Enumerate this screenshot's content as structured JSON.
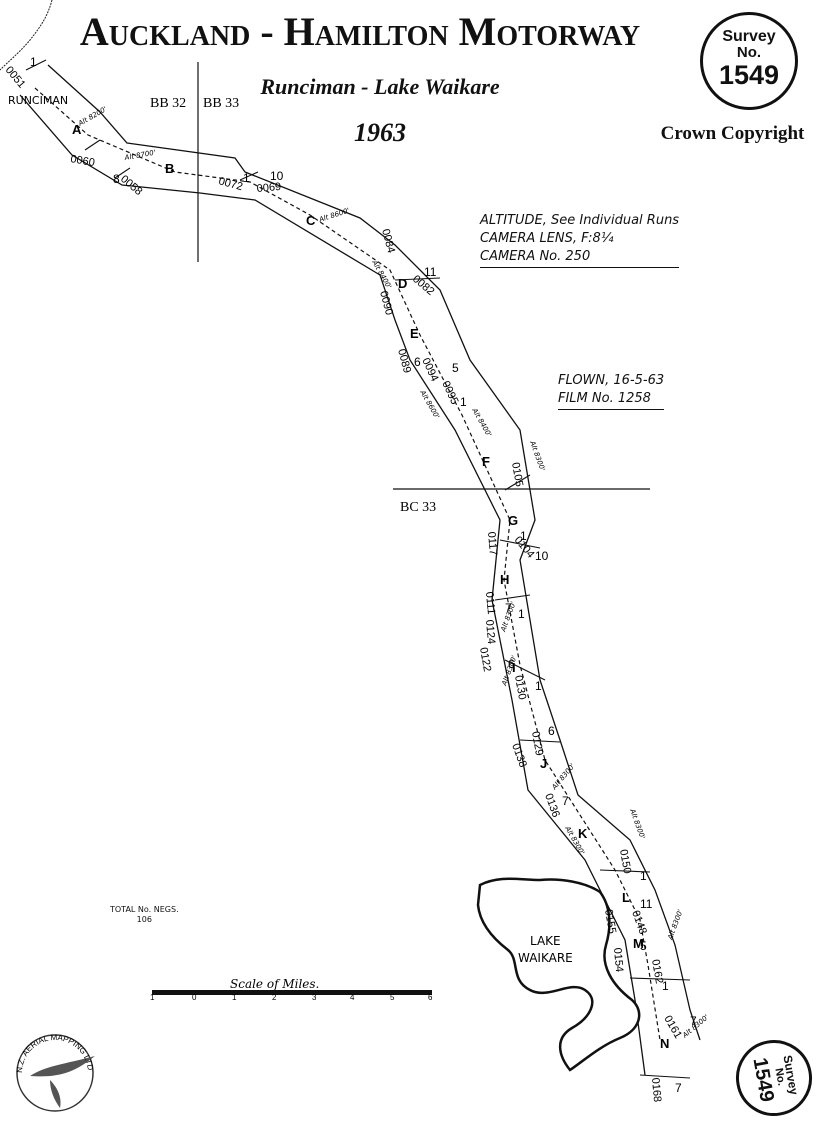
{
  "header": {
    "title": "Auckland - Hamilton Motorway",
    "subtitle": "Runciman - Lake Waikare",
    "year": "1963",
    "copyright": "Crown Copyright"
  },
  "survey_seal": {
    "line1": "Survey",
    "line2": "No.",
    "number": "1549"
  },
  "camera_notes": {
    "altitude": "ALTITUDE, See Individual Runs",
    "lens": "CAMERA LENS, F:8¼",
    "camera": "CAMERA No. 250"
  },
  "flight_notes": {
    "flown": "FLOWN, 16-5-63",
    "film": "FILM No. 1258"
  },
  "total_negs": {
    "line1": "TOTAL No. NEGS.",
    "line2": "106"
  },
  "scale": {
    "label": "Scale of Miles.",
    "ticks": [
      "1",
      "0",
      "1",
      "2",
      "3",
      "4",
      "5",
      "6"
    ]
  },
  "sheet_labels": [
    "BB 32",
    "BB 33",
    "BC 33"
  ],
  "places": {
    "start": "RUNCIMAN",
    "lake_line1": "LAKE",
    "lake_line2": "WAIKARE"
  },
  "runs": [
    "A",
    "B",
    "C",
    "D",
    "E",
    "F",
    "G",
    "H",
    "I",
    "J",
    "K",
    "L",
    "M",
    "N"
  ],
  "altitudes": [
    "Alt 8200'",
    "Alt 8700'",
    "Alt 8600'",
    "Alt 8400'",
    "Alt 8600'",
    "Alt 8400'",
    "Alt 8300'",
    "Alt 8300'",
    "Alt 8300'",
    "Alt 8300'",
    "Alt 8300'",
    "Alt 8300'",
    "Alt 8300'",
    "Alt 8300'"
  ],
  "frame_numbers": [
    "0051",
    "0060",
    "0058",
    "0072",
    "0069",
    "0084",
    "0082",
    "0090",
    "0089",
    "0094",
    "0095",
    "0105",
    "0117",
    "0104",
    "0111",
    "0124",
    "0122",
    "0130",
    "0138",
    "0129",
    "0136",
    "0150",
    "0155",
    "0148",
    "0154",
    "0162",
    "0161",
    "0168"
  ],
  "tick_counts": [
    "1",
    "8",
    "1",
    "10",
    "11",
    "6",
    "5",
    "1",
    "1",
    "10",
    "7",
    "1",
    "6",
    "1",
    "6",
    "7",
    "1",
    "11",
    "5",
    "1",
    "7",
    "7"
  ],
  "logo": {
    "text": "N.Z. AERIAL MAPPING LTD"
  }
}
